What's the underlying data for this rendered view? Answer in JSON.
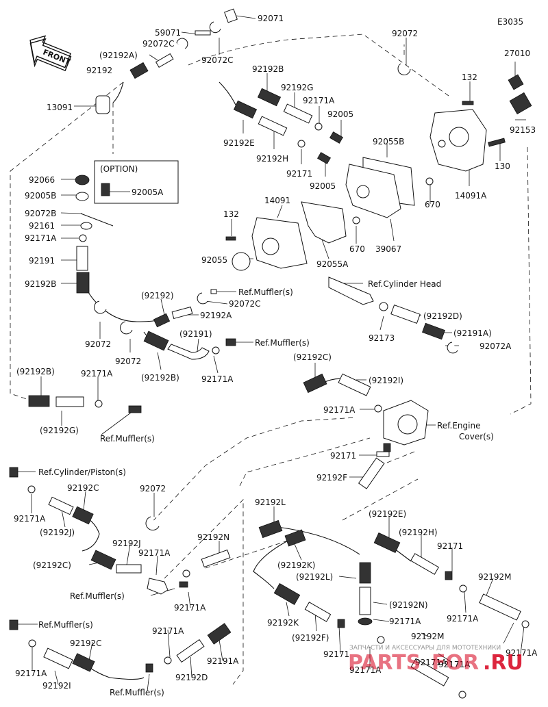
{
  "diagram_code": "E3035",
  "front_label": "FRONT",
  "option_label": "(OPTION)",
  "labels": [
    {
      "id": "92071",
      "text": "92071"
    },
    {
      "id": "59071",
      "text": "59071"
    },
    {
      "id": "92072C_a",
      "text": "92072C"
    },
    {
      "id": "92192A_paren",
      "text": "(92192A)"
    },
    {
      "id": "92192_a",
      "text": "92192"
    },
    {
      "id": "92072C_b",
      "text": "92072C"
    },
    {
      "id": "92072_top",
      "text": "92072"
    },
    {
      "id": "27010",
      "text": "27010"
    },
    {
      "id": "13091",
      "text": "13091"
    },
    {
      "id": "92192B_top",
      "text": "92192B"
    },
    {
      "id": "92192G_top",
      "text": "92192G"
    },
    {
      "id": "92171A_top",
      "text": "92171A"
    },
    {
      "id": "92005_a",
      "text": "92005"
    },
    {
      "id": "132_a",
      "text": "132"
    },
    {
      "id": "92153",
      "text": "92153"
    },
    {
      "id": "92192E_top",
      "text": "92192E"
    },
    {
      "id": "92192H_top",
      "text": "92192H"
    },
    {
      "id": "92055B",
      "text": "92055B"
    },
    {
      "id": "130",
      "text": "130"
    },
    {
      "id": "92171_a",
      "text": "92171"
    },
    {
      "id": "92005_b",
      "text": "92005"
    },
    {
      "id": "14091A",
      "text": "14091A"
    },
    {
      "id": "92066",
      "text": "92066"
    },
    {
      "id": "92005A",
      "text": "92005A"
    },
    {
      "id": "92005B",
      "text": "92005B"
    },
    {
      "id": "14091",
      "text": "14091"
    },
    {
      "id": "670_a",
      "text": "670"
    },
    {
      "id": "92072B",
      "text": "92072B"
    },
    {
      "id": "132_b",
      "text": "132"
    },
    {
      "id": "92161",
      "text": "92161"
    },
    {
      "id": "92171A_b",
      "text": "92171A"
    },
    {
      "id": "670_b",
      "text": "670"
    },
    {
      "id": "39067",
      "text": "39067"
    },
    {
      "id": "92191",
      "text": "92191"
    },
    {
      "id": "92055",
      "text": "92055"
    },
    {
      "id": "92055A",
      "text": "92055A"
    },
    {
      "id": "92192B_left",
      "text": "92192B"
    },
    {
      "id": "ref_cyl_head",
      "text": "Ref.Cylinder Head"
    },
    {
      "id": "92192_paren",
      "text": "(92192)"
    },
    {
      "id": "ref_muffler_1",
      "text": "Ref.Muffler(s)"
    },
    {
      "id": "92072C_c",
      "text": "92072C"
    },
    {
      "id": "92192A_b",
      "text": "92192A"
    },
    {
      "id": "92192D_paren",
      "text": "(92192D)"
    },
    {
      "id": "92072_a",
      "text": "92072"
    },
    {
      "id": "92173",
      "text": "92173"
    },
    {
      "id": "92191A_paren",
      "text": "(92191A)"
    },
    {
      "id": "92191_paren",
      "text": "(92191)"
    },
    {
      "id": "ref_muffler_2",
      "text": "Ref.Muffler(s)"
    },
    {
      "id": "92072A",
      "text": "92072A"
    },
    {
      "id": "92072_b",
      "text": "92072"
    },
    {
      "id": "92192B_paren_a",
      "text": "(92192B)"
    },
    {
      "id": "92171A_c",
      "text": "92171A"
    },
    {
      "id": "92192C_paren_a",
      "text": "(92192C)"
    },
    {
      "id": "92192B_paren_b",
      "text": "(92192B)"
    },
    {
      "id": "92171A_d",
      "text": "92171A"
    },
    {
      "id": "92192I_paren",
      "text": "(92192I)"
    },
    {
      "id": "92171A_e",
      "text": "92171A"
    },
    {
      "id": "92192G_paren",
      "text": "(92192G)"
    },
    {
      "id": "ref_engine_cover",
      "text": "Ref.Engine"
    },
    {
      "id": "ref_engine_cover2",
      "text": "Cover(s)"
    },
    {
      "id": "ref_muffler_3",
      "text": "Ref.Muffler(s)"
    },
    {
      "id": "92171_b",
      "text": "92171"
    },
    {
      "id": "ref_cyl_piston",
      "text": "Ref.Cylinder/Piston(s)"
    },
    {
      "id": "92192F",
      "text": "92192F"
    },
    {
      "id": "92192C_a",
      "text": "92192C"
    },
    {
      "id": "92072_c",
      "text": "92072"
    },
    {
      "id": "92171A_f",
      "text": "92171A"
    },
    {
      "id": "92192L",
      "text": "92192L"
    },
    {
      "id": "92192E_paren",
      "text": "(92192E)"
    },
    {
      "id": "92192J_paren",
      "text": "(92192J)"
    },
    {
      "id": "92192H_paren",
      "text": "(92192H)"
    },
    {
      "id": "92192J",
      "text": "92192J"
    },
    {
      "id": "92171A_g",
      "text": "92171A"
    },
    {
      "id": "92192N",
      "text": "92192N"
    },
    {
      "id": "92171_c",
      "text": "92171"
    },
    {
      "id": "92192C_paren_b",
      "text": "(92192C)"
    },
    {
      "id": "92192K_paren",
      "text": "(92192K)"
    },
    {
      "id": "92192M",
      "text": "92192M"
    },
    {
      "id": "92192L_paren",
      "text": "(92192L)"
    },
    {
      "id": "ref_muffler_4",
      "text": "Ref.Muffler(s)"
    },
    {
      "id": "92192N_paren",
      "text": "(92192N)"
    },
    {
      "id": "92171A_h",
      "text": "92171A"
    },
    {
      "id": "92171A_i",
      "text": "92171A"
    },
    {
      "id": "ref_muffler_5",
      "text": "Ref.Muffler(s)"
    },
    {
      "id": "92192K",
      "text": "92192K"
    },
    {
      "id": "92171A_j",
      "text": "92171A"
    },
    {
      "id": "92171A_k",
      "text": "92171A"
    },
    {
      "id": "92192C_b",
      "text": "92192C"
    },
    {
      "id": "92171A_l",
      "text": "92171A"
    },
    {
      "id": "92192F_paren",
      "text": "(92192F)"
    },
    {
      "id": "92192M_b",
      "text": "92192M"
    },
    {
      "id": "92171A_m",
      "text": "92171A"
    },
    {
      "id": "92171A_n",
      "text": "92171A"
    },
    {
      "id": "92191A",
      "text": "92191A"
    },
    {
      "id": "92171_d",
      "text": "92171"
    },
    {
      "id": "92171A_o",
      "text": "92171A"
    },
    {
      "id": "92192I",
      "text": "92192I"
    },
    {
      "id": "92192D",
      "text": "92192D"
    },
    {
      "id": "ref_muffler_6",
      "text": "Ref.Muffler(s)"
    },
    {
      "id": "92171A_p",
      "text": "92171A"
    }
  ],
  "watermark": {
    "subtitle": "ЗАПЧАСТИ И АКСЕССУАРЫ ДЛЯ МОТОТЕХНИКИ",
    "brand_left": "PARTS",
    "brand_right": "FOR",
    "brand_suffix": ".RU",
    "color": "#d6001c"
  }
}
